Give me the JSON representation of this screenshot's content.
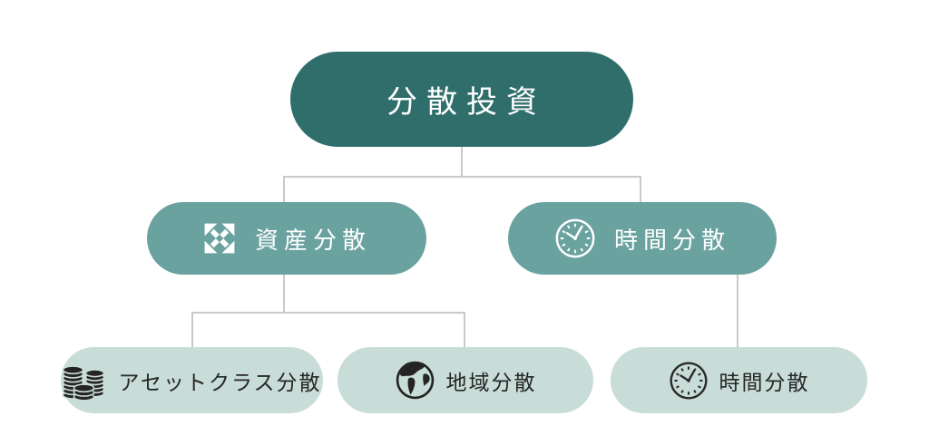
{
  "diagram": {
    "root": {
      "label": "分散投資"
    },
    "level2": [
      {
        "label": "資産分散",
        "icon": "expand-arrows-icon"
      },
      {
        "label": "時間分散",
        "icon": "clock-icon"
      }
    ],
    "level3": [
      {
        "label": "アセットクラス分散",
        "icon": "coin-stacks-icon"
      },
      {
        "label": "地域分散",
        "icon": "globe-icon"
      },
      {
        "label": "時間分散",
        "icon": "clock-icon"
      }
    ],
    "colors": {
      "background": "#ffffff",
      "root_fill": "#306e6c",
      "level2_fill": "#6aa2a0",
      "level3_fill": "#c8dcd8",
      "root_text": "#ffffff",
      "level2_text": "#ffffff",
      "level3_text": "#262626",
      "connector_line": "#c9c9c9",
      "dark_icon": "#242424"
    }
  }
}
